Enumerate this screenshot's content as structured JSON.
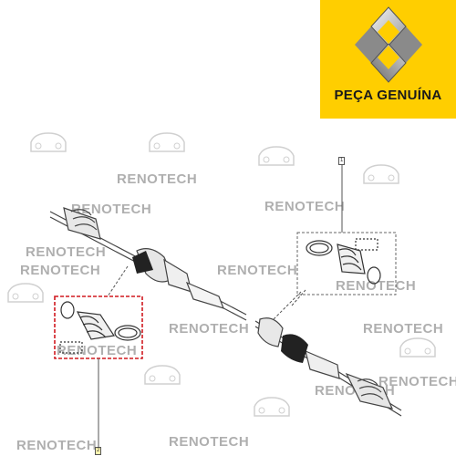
{
  "badge": {
    "text": "PEÇA GENUÍNA",
    "color": "#ffce00",
    "logo_icon": "renault-diamond-logo"
  },
  "watermark": {
    "text": "RENOTECH",
    "icon": "car-front-icon"
  },
  "callouts": {
    "upper_right": "1",
    "lower_left": "2"
  },
  "colors": {
    "highlight": "#d0191f",
    "boot": "#222222"
  }
}
